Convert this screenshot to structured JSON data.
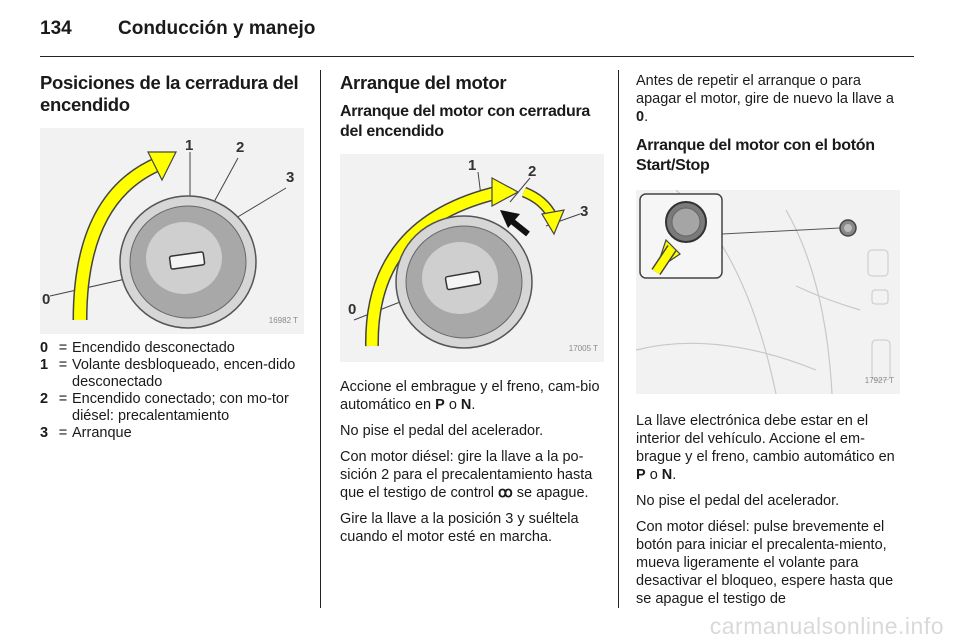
{
  "header": {
    "page_number": "134",
    "title": "Conducción y manejo"
  },
  "col1": {
    "heading": "Posiciones de la cerradura del encendido",
    "figure": {
      "id": "16982 T",
      "labels": [
        "0",
        "1",
        "2",
        "3"
      ]
    },
    "legend": [
      {
        "key": "0",
        "eq": "=",
        "text": "Encendido desconectado"
      },
      {
        "key": "1",
        "eq": "=",
        "text": "Volante desbloqueado, encen-dido desconectado"
      },
      {
        "key": "2",
        "eq": "=",
        "text": "Encendido conectado; con mo-tor diésel: precalentamiento"
      },
      {
        "key": "3",
        "eq": "=",
        "text": "Arranque"
      }
    ]
  },
  "col2": {
    "heading": "Arranque del motor",
    "subheading": "Arranque del motor con cerradura del encendido",
    "figure": {
      "id": "17005 T",
      "labels": [
        "0",
        "1",
        "2",
        "3"
      ]
    },
    "p1": {
      "pre": "Accione el embrague y el freno, cam-bio automático en ",
      "b1": "P",
      "mid": " o ",
      "b2": "N",
      "post": "."
    },
    "p2": "No pise el pedal del acelerador.",
    "p3": {
      "pre": "Con motor diésel: gire la llave a la po-sición 2 para el precalentamiento hasta que el testigo de control ",
      "icon": "ꝏ",
      "post": " se apague."
    },
    "p4": "Gire la llave a la posición 3 y suéltela cuando el motor esté en marcha."
  },
  "col3": {
    "p1": {
      "pre": "Antes de repetir el arranque o para apagar el motor, gire de nuevo la llave a ",
      "b": "0",
      "post": "."
    },
    "subheading": "Arranque del motor con el botón Start/Stop",
    "figure": {
      "id": "17927 T"
    },
    "p2": {
      "pre": "La llave electrónica debe estar en el interior del vehículo. Accione el em-brague y el freno, cambio automático en ",
      "b1": "P",
      "mid": " o ",
      "b2": "N",
      "post": "."
    },
    "p3": "No pise el pedal del acelerador.",
    "p4": "Con motor diésel: pulse brevemente el botón para iniciar el precalenta-miento, mueva ligeramente el volante para desactivar el bloqueo, espere hasta que se apague el testigo de"
  },
  "watermark": "carmanualsonline.info",
  "colors": {
    "arrow_yellow": "#ffff00",
    "outline": "#555555"
  }
}
